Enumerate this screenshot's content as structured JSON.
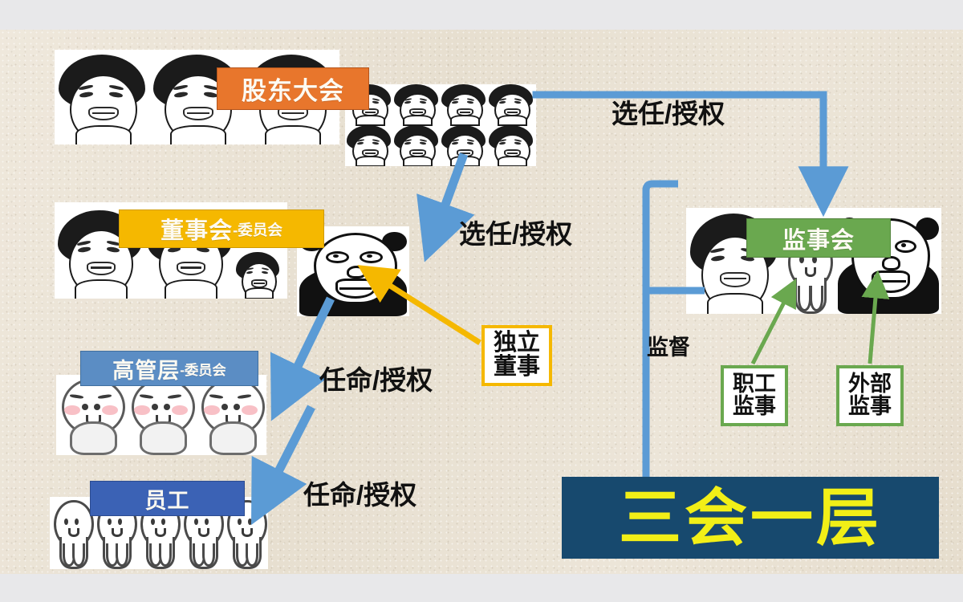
{
  "slide": {
    "title": "三会一层",
    "background_color": "#e9e1d3"
  },
  "nodes": {
    "shareholders": {
      "label": "股东大会",
      "color": "#e8762c"
    },
    "board": {
      "label": "董事会",
      "suffix": "-委员会",
      "color": "#f5b800"
    },
    "executives": {
      "label": "高管层",
      "suffix": "-委员会",
      "color": "#5b8dc4"
    },
    "staff": {
      "label": "员工",
      "color": "#3b62b5"
    },
    "supervisors": {
      "label": "监事会",
      "color": "#6aa84f"
    }
  },
  "callouts": {
    "independent_director": {
      "line1": "独立",
      "line2": "董事",
      "color": "#f5b800"
    },
    "employee_supervisor": {
      "line1": "职工",
      "line2": "监事",
      "color": "#6aa84f"
    },
    "external_supervisor": {
      "line1": "外部",
      "line2": "监事",
      "color": "#6aa84f"
    }
  },
  "edges": {
    "elect_to_supervisors": "选任/授权",
    "elect_to_board": "选任/授权",
    "appoint_to_executives": "任命/授权",
    "appoint_to_staff": "任命/授权",
    "supervise": "监督"
  },
  "banner": {
    "text": "三会一层",
    "bg_color": "#17496e",
    "text_color": "#f2ef17"
  },
  "palette": {
    "arrow_blue": "#5b9bd5",
    "arrow_yellow": "#f5b800",
    "arrow_green": "#6aa84f",
    "paper": "#e9e1d3",
    "page_margin": "#e8e8ea"
  }
}
